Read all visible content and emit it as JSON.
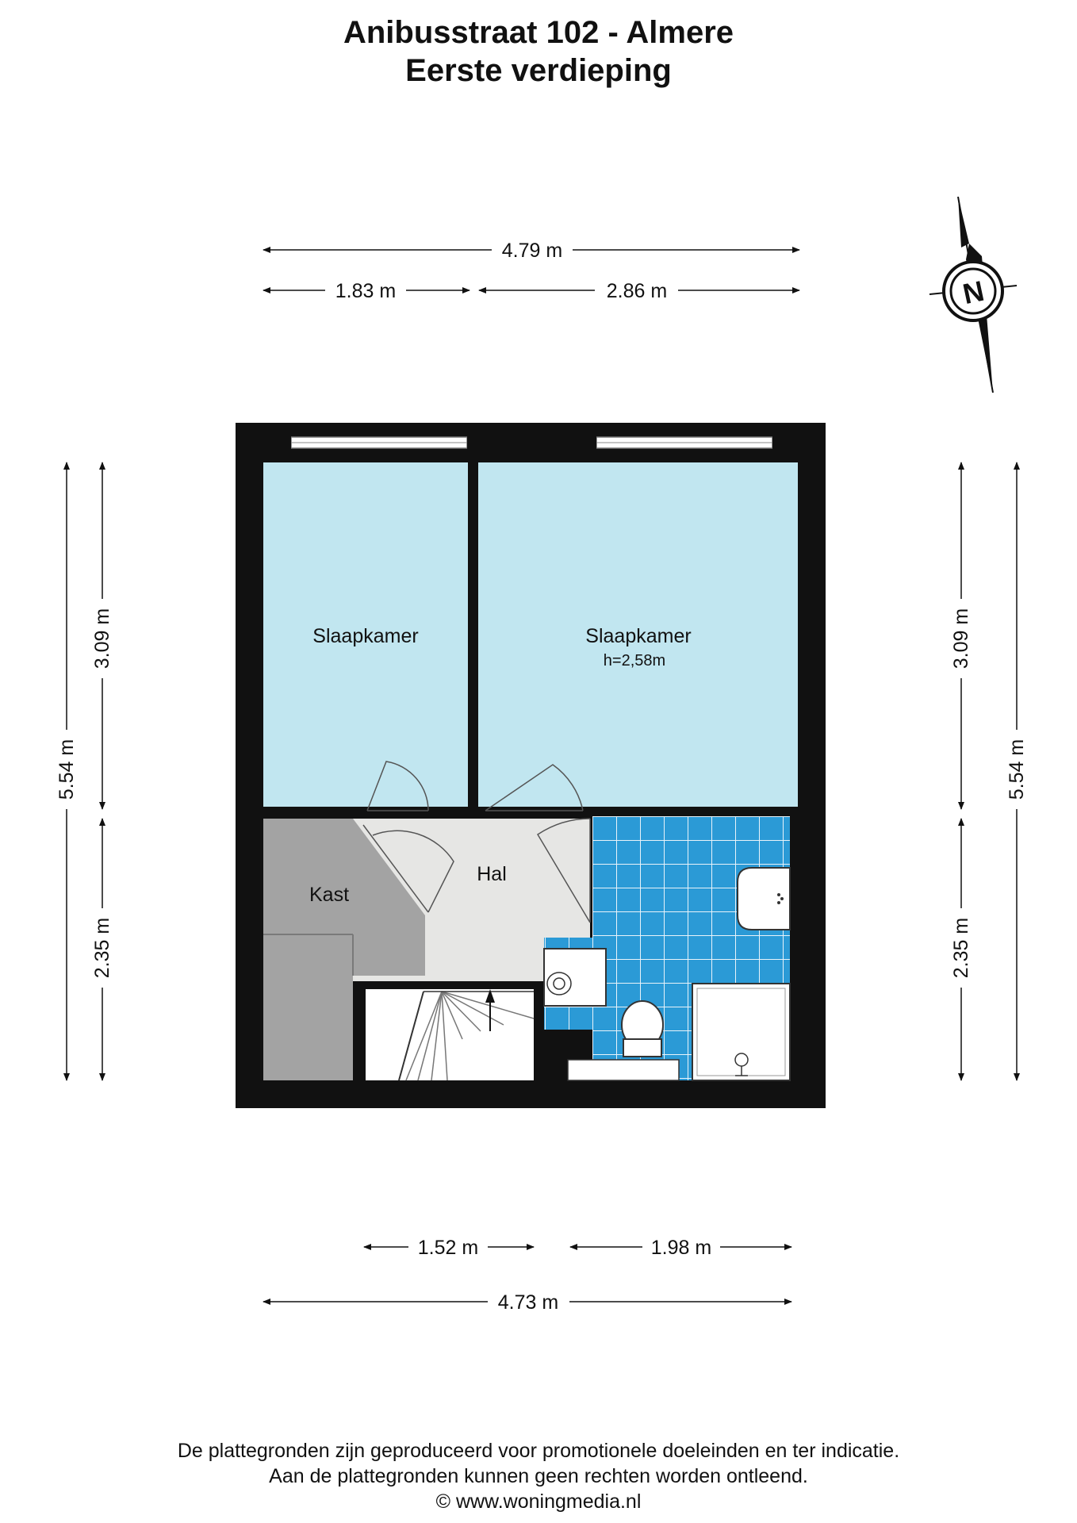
{
  "title": {
    "address": "Anibusstraat 102 - Almere",
    "floor": "Eerste verdieping"
  },
  "rooms": {
    "bedroom_left": "Slaapkamer",
    "bedroom_right": "Slaapkamer",
    "ceiling_height": "h=2,58m",
    "hall": "Hal",
    "closet": "Kast"
  },
  "dimensions": {
    "top_total": "4.79 m",
    "top_left": "1.83 m",
    "top_right": "2.86 m",
    "bottom_left": "1.52 m",
    "bottom_right": "1.98 m",
    "bottom_total": "4.73 m",
    "left_total": "5.54 m",
    "left_upper": "3.09 m",
    "left_lower": "2.35 m",
    "right_upper": "3.09 m",
    "right_lower": "2.35 m",
    "right_total": "5.54 m"
  },
  "compass": {
    "label": "N",
    "icon": "compass-north-icon"
  },
  "colors": {
    "bedroom": "#c1e6f0",
    "bathroom_tile": "#2b9ad6",
    "closet": "#a3a3a3",
    "hall": "#e6e6e4",
    "wall": "#111111"
  },
  "footer": {
    "line1": "De plattegronden zijn geproduceerd voor promotionele doeleinden en ter indicatie.",
    "line2": "Aan de plattegronden kunnen geen rechten worden ontleend.",
    "line3": "© www.woningmedia.nl"
  }
}
